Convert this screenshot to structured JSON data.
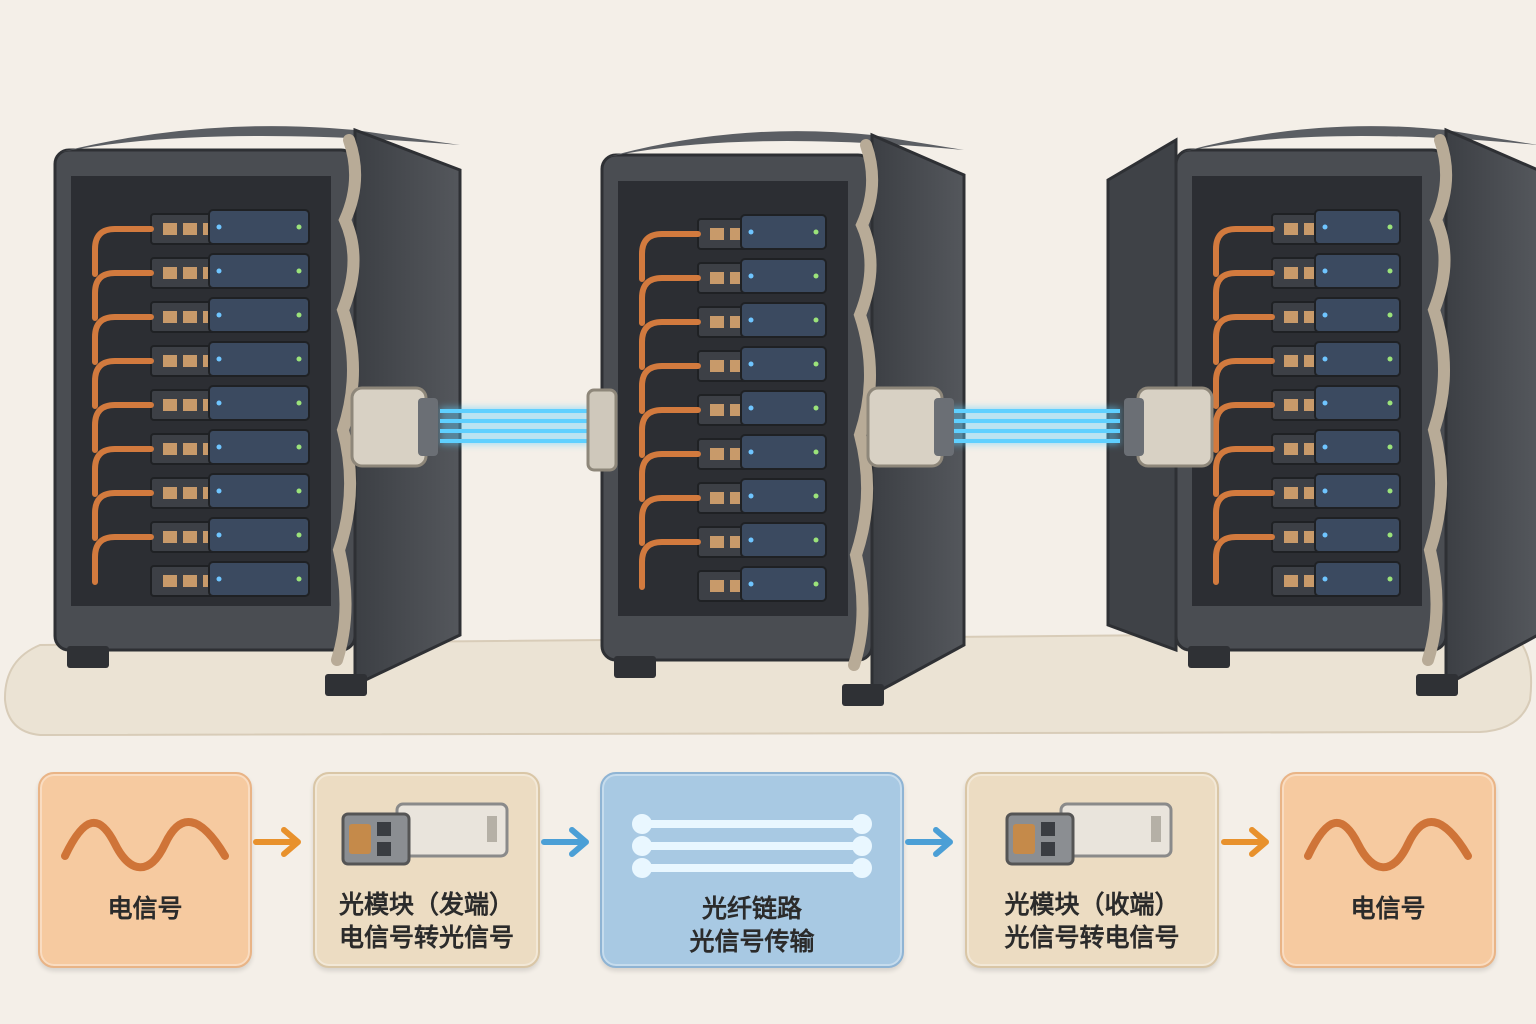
{
  "colors": {
    "electrical_box": "#f6caa0",
    "module_box": "#ecdcc2",
    "fiber_box": "#a8c9e3",
    "copper_cable": "#d27a3e",
    "fiber_glow": "#5fd0ff",
    "rack_body": "#4a4d52"
  },
  "scene": {
    "racks": 3,
    "icons": [
      "server-rack-icon",
      "optical-transceiver-icon",
      "fiber-link-icon"
    ]
  },
  "flow": [
    {
      "id": "electrical-in",
      "kind": "signal",
      "icon": "wave-icon",
      "lines": [
        "电信号"
      ]
    },
    {
      "id": "tx-module",
      "kind": "module",
      "icon": "transceiver-icon",
      "lines": [
        "光模块（发端）",
        "电信号转光信号"
      ]
    },
    {
      "id": "fiber-link",
      "kind": "fiber",
      "icon": "fiber-lines-icon",
      "lines": [
        "光纤链路",
        "光信号传输"
      ]
    },
    {
      "id": "rx-module",
      "kind": "module",
      "icon": "transceiver-icon",
      "lines": [
        "光模块（收端）",
        "光信号转电信号"
      ]
    },
    {
      "id": "electrical-out",
      "kind": "signal",
      "icon": "wave-icon",
      "lines": [
        "电信号"
      ]
    }
  ],
  "arrows": [
    {
      "color": "#e8912c"
    },
    {
      "color": "#4b9fd6"
    },
    {
      "color": "#4b9fd6"
    },
    {
      "color": "#e8912c"
    }
  ]
}
